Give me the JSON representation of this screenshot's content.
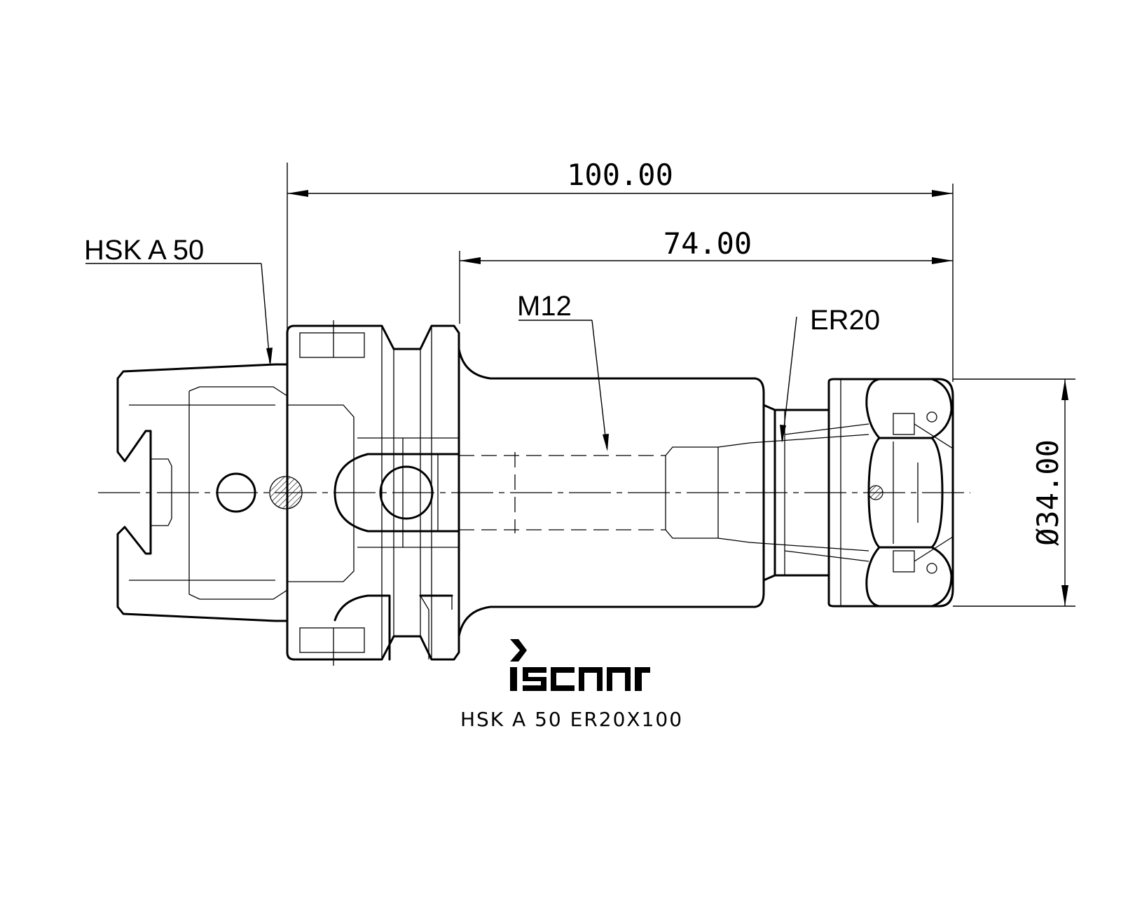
{
  "dimensions": {
    "overall_length": "100.00",
    "body_length": "74.00",
    "diameter": "Ø34.00"
  },
  "labels": {
    "shank": "HSK A 50",
    "thread": "M12",
    "collet": "ER20"
  },
  "brand": {
    "logo": "iscar"
  },
  "model": "HSK A 50 ER20X100"
}
